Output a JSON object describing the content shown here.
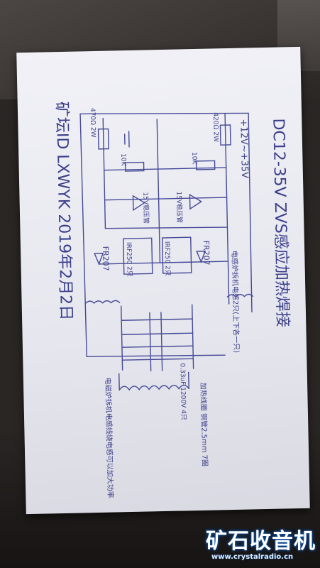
{
  "sketch": {
    "title": "DC12-35V ZVS感应加热焊接",
    "author": "矿坛ID LXWYK 2019年2月2日",
    "supply": "+12V~+35V",
    "r1": "420Ω 2W",
    "r2": "470Ω 2W",
    "r3": "10K",
    "r4": "10K",
    "zener1": "15V稳压管",
    "zener2": "15V稳压管",
    "d1": "FR207",
    "d2": "FR207",
    "mosfet1": "IRF250 2只",
    "mosfet2": "IRF250 2只",
    "choke": "电感炉拆机电感2只(上下各一只)",
    "capacitor": "0.33uF 1200V 4只",
    "work_coil": "加热线圈 铜管2.5mm 7圈",
    "note": "电磁炉拆机电感线绕电感可以加大功率"
  },
  "watermark": {
    "name": "矿石收音机",
    "url": "www.crystalradio.cn"
  }
}
